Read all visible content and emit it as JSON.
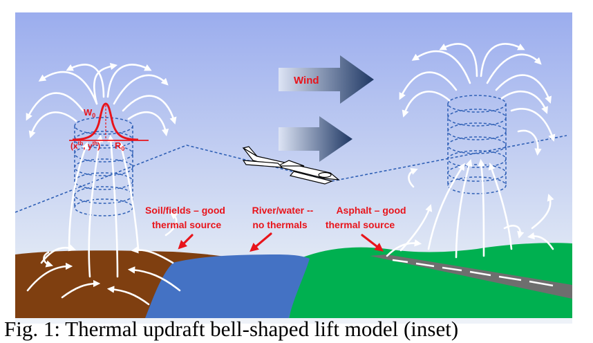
{
  "labels": {
    "wind": "Wind",
    "soil_line1": "Soil/fields – good",
    "soil_line2": "thermal source",
    "river_line1": "River/water --",
    "river_line2": "no thermals",
    "asphalt_line1": "Asphalt – good",
    "asphalt_line2": "thermal source",
    "w0_base": "W",
    "w0_sub": "0",
    "r0_base": "R",
    "r0_sub": "0",
    "xy_open": "(x",
    "xy_sup1": "th",
    "xy_mid": ", y",
    "xy_sup2": "th",
    "xy_close": ")"
  },
  "caption": "Fig. 1: Thermal updraft bell-shaped lift model (inset)",
  "colors": {
    "sky_top": "#9badee",
    "sky_bottom": "#e8eef8",
    "soil": "#7f3f10",
    "river": "#4472c4",
    "grass": "#00b050",
    "runway": "#6e6e6e",
    "label_red": "#e8141b",
    "flight_path": "#2e5fb5",
    "wind_arrow_dark": "#1f3864"
  }
}
